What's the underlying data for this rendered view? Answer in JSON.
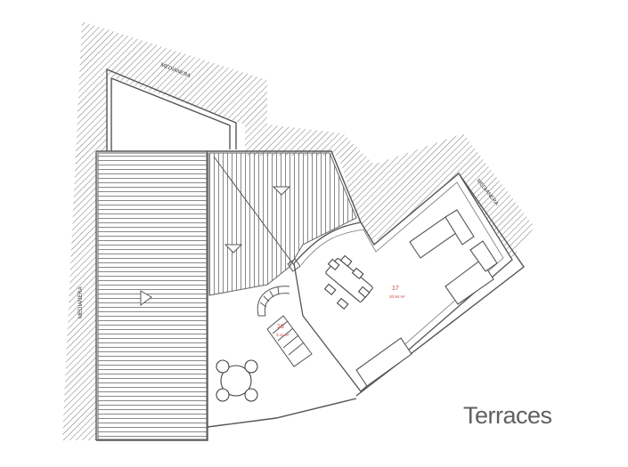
{
  "title": "Terraces",
  "labels": {
    "medianera": "MEDIANERA"
  },
  "rooms": [
    {
      "number": "17",
      "area": "20.94 m²"
    },
    {
      "number": "16",
      "area": "3.11 m²"
    }
  ],
  "colors": {
    "line": "#555555",
    "hatch": "#777777",
    "room_label": "#d23a3a",
    "title": "#606060"
  }
}
